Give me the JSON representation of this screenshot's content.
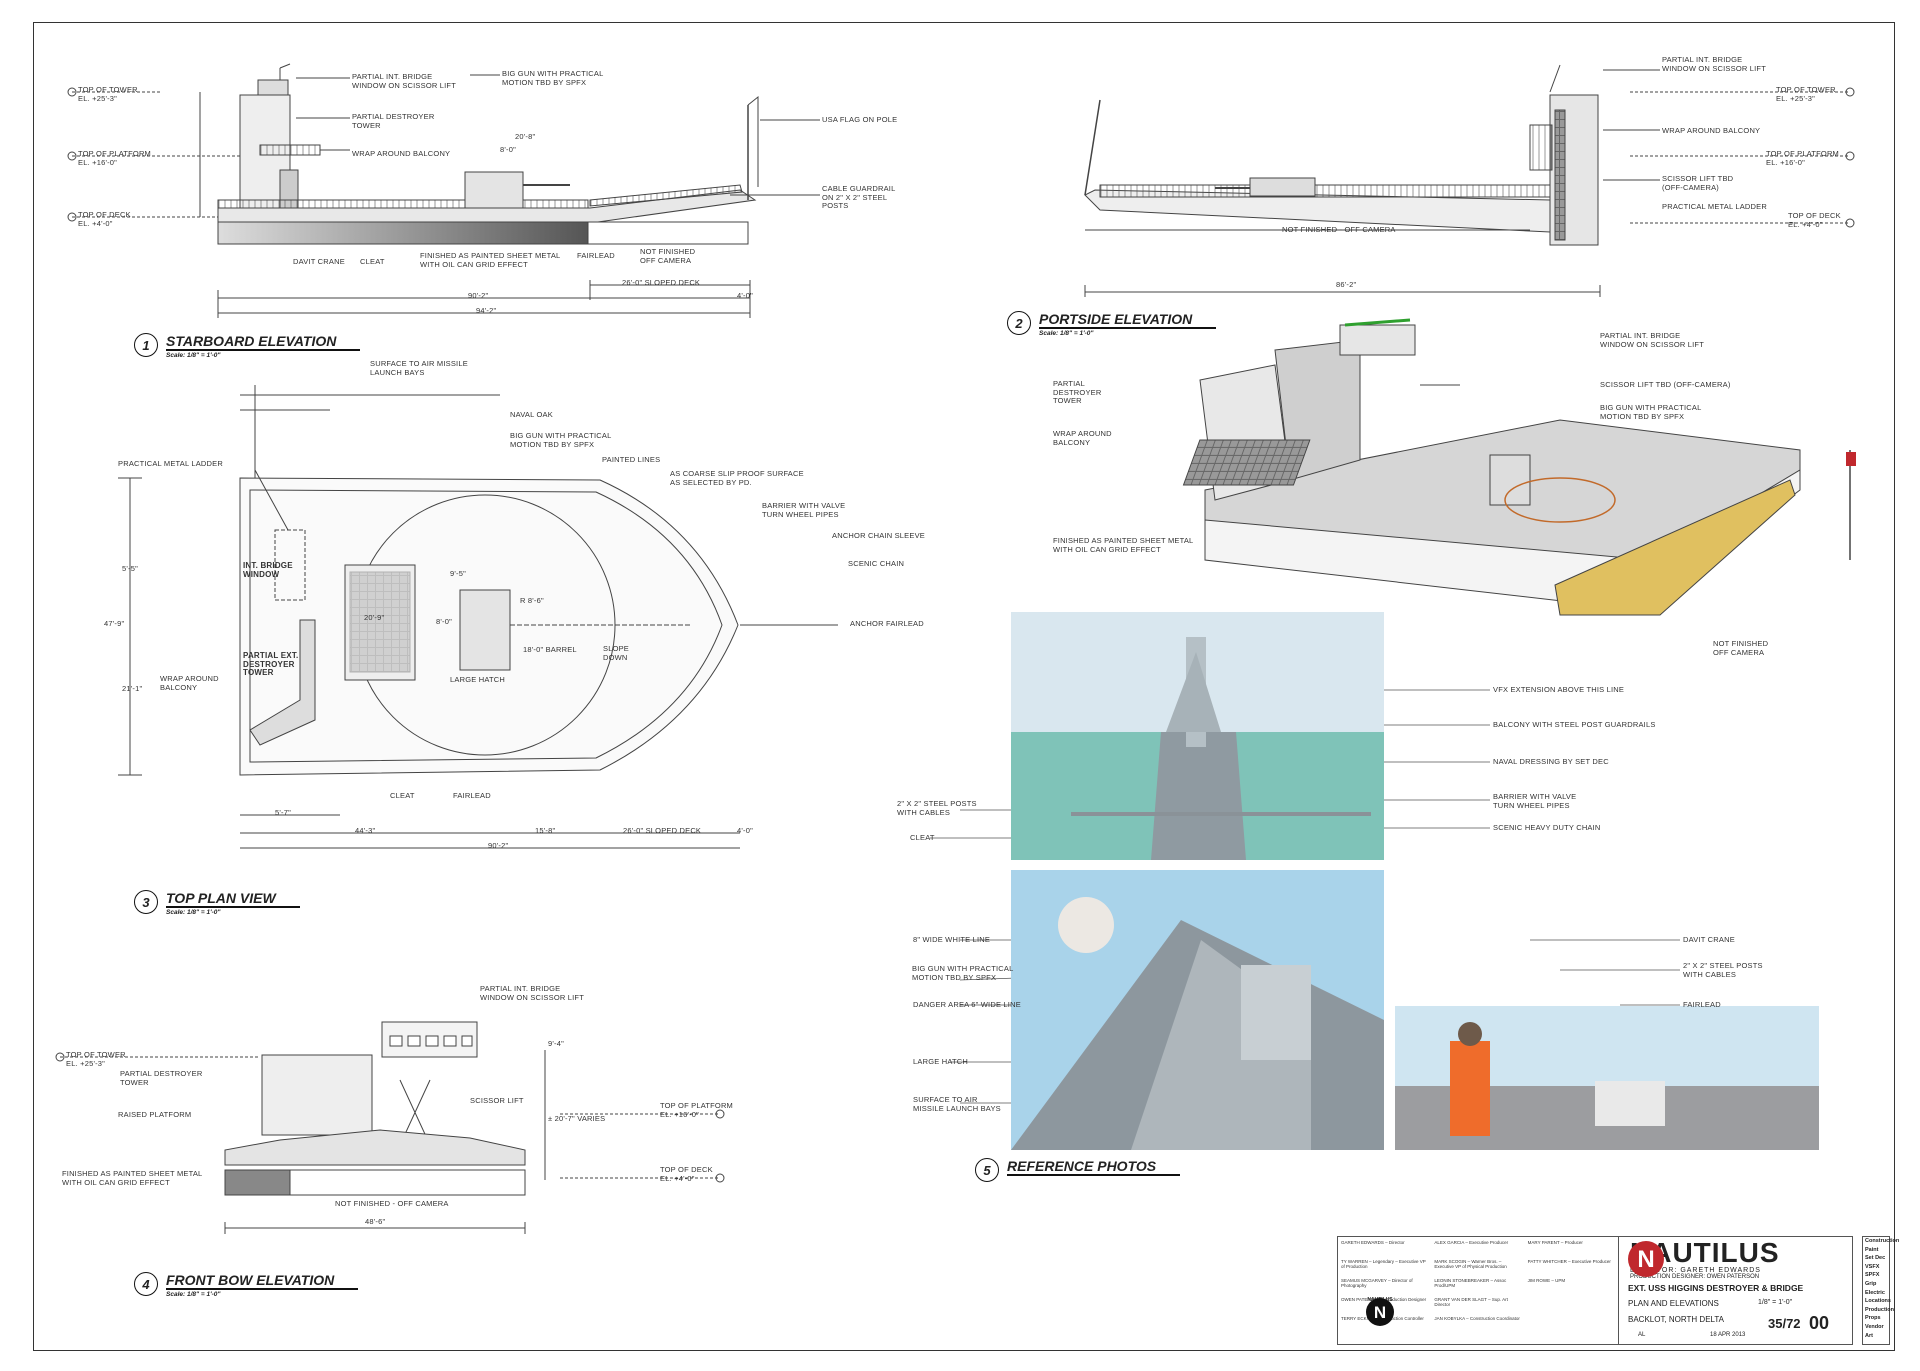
{
  "sections": {
    "starboard": {
      "num": "1",
      "title": "STARBOARD ELEVATION",
      "scale": "Scale: 1/8\" = 1'-0\""
    },
    "portside": {
      "num": "2",
      "title": "PORTSIDE ELEVATION",
      "scale": "Scale: 1/8\" = 1'-0\""
    },
    "topplan": {
      "num": "3",
      "title": "TOP PLAN VIEW",
      "scale": "Scale: 1/8\" = 1'-0\""
    },
    "frontbow": {
      "num": "4",
      "title": "FRONT BOW ELEVATION",
      "scale": "Scale: 1/8\" = 1'-0\""
    },
    "photos": {
      "num": "5",
      "title": "REFERENCE PHOTOS"
    }
  },
  "starboard": {
    "top_tower": "TOP OF TOWER\nEL. +25'-3\"",
    "top_platform": "TOP OF PLATFORM\nEL. +16'-0\"",
    "top_deck": "TOP OF DECK\nEL. +4'-0\"",
    "bridge": "PARTIAL INT. BRIDGE\nWINDOW ON SCISSOR LIFT",
    "tower": "PARTIAL DESTROYER\nTOWER",
    "balcony": "WRAP AROUND BALCONY",
    "gun": "BIG GUN WITH PRACTICAL\nMOTION TBD BY SPFX",
    "flag": "USA FLAG ON POLE",
    "guardrail": "CABLE GUARDRAIL\nON 2\" X 2\" STEEL\nPOSTS",
    "davit": "DAVIT CRANE",
    "cleat": "CLEAT",
    "finished": "FINISHED AS PAINTED SHEET METAL\nWITH OIL CAN GRID EFFECT",
    "fairlead": "FAIRLEAD",
    "notfinished": "NOT FINISHED\nOFF CAMERA",
    "d_908": "90'-2\"",
    "d_942": "94'-2\"",
    "d_sloped": "26'-0\" SLOPED DECK",
    "d_40": "4'-0\"",
    "d_208": "20'-8\"",
    "d_80": "8'-0\""
  },
  "portside": {
    "bridge": "PARTIAL INT. BRIDGE\nWINDOW ON SCISSOR LIFT",
    "top_tower": "TOP OF TOWER\nEL. +25'-3\"",
    "top_platform": "TOP OF PLATFORM\nEL. +16'-0\"",
    "top_deck": "TOP OF DECK\nEL. +4'-0\"",
    "balcony": "WRAP AROUND BALCONY",
    "scissor": "SCISSOR LIFT TBD\n(OFF-CAMERA)",
    "ladder": "PRACTICAL METAL LADDER",
    "notfinished": "NOT FINISHED - OFF CAMERA",
    "d_862": "86'-2\""
  },
  "iso": {
    "bridge": "PARTIAL INT. BRIDGE\nWINDOW ON SCISSOR LIFT",
    "tower": "PARTIAL\nDESTROYER\nTOWER",
    "scissor": "SCISSOR LIFT TBD (OFF-CAMERA)",
    "gun": "BIG GUN WITH PRACTICAL\nMOTION TBD BY SPFX",
    "balcony": "WRAP AROUND\nBALCONY",
    "finished": "FINISHED AS PAINTED SHEET METAL\nWITH OIL CAN GRID EFFECT",
    "notfinished": "NOT FINISHED\nOFF CAMERA"
  },
  "topplan": {
    "missile": "SURFACE TO AIR MISSILE\nLAUNCH BAYS",
    "ladder": "PRACTICAL METAL LADDER",
    "naval": "NAVAL OAK",
    "gun": "BIG GUN WITH PRACTICAL\nMOTION TBD BY SPFX",
    "lines": "PAINTED LINES",
    "nonslip": "AS COARSE SLIP PROOF SURFACE\nAS SELECTED BY PD.",
    "barrier": "BARRIER WITH VALVE\nTURN WHEEL PIPES",
    "chainsleeve": "ANCHOR CHAIN SLEEVE",
    "chain": "SCENIC CHAIN",
    "anchor": "ANCHOR FAIRLEAD",
    "bridge": "INT. BRIDGE\nWINDOW",
    "tower": "PARTIAL EXT.\nDESTROYER\nTOWER",
    "balcony": "WRAP AROUND\nBALCONY",
    "hatch": "LARGE HATCH",
    "barrel": "18'-0\" BARREL",
    "slope": "SLOPE\nDOWN",
    "radius": "R 8'-6\"",
    "cleat": "CLEAT",
    "fairlead": "FAIRLEAD",
    "d_443": "44'-3\"",
    "d_158": "15'-8\"",
    "d_260": "26'-0\" SLOPED DECK",
    "d_40": "4'-0\"",
    "d_902": "90'-2\"",
    "d_57": "5'-7\"",
    "d_479": "47'-9\"",
    "d_211": "21'-1\"",
    "d_55": "5'-5\"",
    "d_95": "9'-5\"",
    "d_80": "8'-0\"",
    "d_209": "20'-9\""
  },
  "frontbow": {
    "bridge": "PARTIAL INT. BRIDGE\nWINDOW ON SCISSOR LIFT",
    "top_tower": "TOP OF TOWER\nEL. +25'-3\"",
    "tower": "PARTIAL DESTROYER\nTOWER",
    "platform": "RAISED PLATFORM",
    "scissor": "SCISSOR LIFT",
    "top_platform": "TOP OF PLATFORM\nEL. +16'-0\"",
    "top_deck": "TOP OF DECK\nEL. +4'-0\"",
    "finished": "FINISHED AS PAINTED SHEET METAL\nWITH OIL CAN GRID EFFECT",
    "notfinished": "NOT FINISHED - OFF CAMERA",
    "d_486": "48'-6\"",
    "d_varies": "± 20'-7\" VARIES",
    "d_94": "9'-4\""
  },
  "photo1": {
    "vfx": "VFX EXTENSION ABOVE THIS LINE",
    "balcony": "BALCONY WITH STEEL POST GUARDRAILS",
    "naval": "NAVAL DRESSING BY SET DEC",
    "barrier": "BARRIER WITH VALVE\nTURN WHEEL PIPES",
    "chain": "SCENIC HEAVY DUTY CHAIN",
    "posts": "2\" X 2\" STEEL POSTS\nWITH CABLES",
    "cleat": "CLEAT"
  },
  "photo2": {
    "white": "8\" WIDE WHITE LINE",
    "gun": "BIG GUN WITH PRACTICAL\nMOTION TBD BY SPFX",
    "danger": "DANGER AREA 6\" WIDE LINE",
    "hatch": "LARGE HATCH",
    "missile": "SURFACE TO AIR\nMISSILE LAUNCH BAYS"
  },
  "photo3": {
    "davit": "DAVIT CRANE",
    "posts": "2\" X 2\" STEEL POSTS\nWITH CABLES",
    "fairlead": "FAIRLEAD"
  },
  "titleblock": {
    "brand": "NAUTILUS",
    "director": "DIRECTOR: GARETH EDWARDS",
    "designer": "PRODUCTION DESIGNER: OWEN PATERSON",
    "set": "EXT. USS HIGGINS DESTROYER & BRIDGE",
    "desc": "PLAN AND ELEVATIONS",
    "location": "BACKLOT, NORTH DELTA",
    "scale": "1/8\" = 1'-0\"",
    "date": "18 APR 2013",
    "drawn": "AL",
    "sheet": "35/72",
    "rev": "00",
    "logo_text": "NAUTILUS",
    "credits": [
      "GARETH EDWARDS – Director",
      "ALEX GARCIA – Executive Producer",
      "MARY PARENT – Producer",
      "TY WARREN – Legendary – Executive VP of Production",
      "MARK SCOGIN – Warner Bros. – Executive VP of Physical Production",
      "PATTY WHITCHER – Executive Producer",
      "SEAMUS MCGARVEY – Director of Photography",
      "LEONIN STONEBREAKER – Assoc Prod/UPM",
      "JIM ROWE – UPM",
      "OWEN PATERSON – Production Designer",
      "GRANT VAN DER SLAGT – Sup. Art Director",
      "",
      "TERRY ECKNOR – Production Controller",
      "JAN KOBYLKA – Construction Coordinator",
      ""
    ],
    "depts": [
      "Construction",
      "Paint",
      "Set Dec",
      "VSFX",
      "SPFX",
      "Grip",
      "Electric",
      "Locations",
      "Production",
      "Props",
      "Vendor",
      "Art"
    ]
  },
  "colors": {
    "line": "#444444",
    "sea": "#7fc3b8",
    "plate": "#cdcdcd",
    "yellow": "#e0c060",
    "red": "#c0282d"
  }
}
